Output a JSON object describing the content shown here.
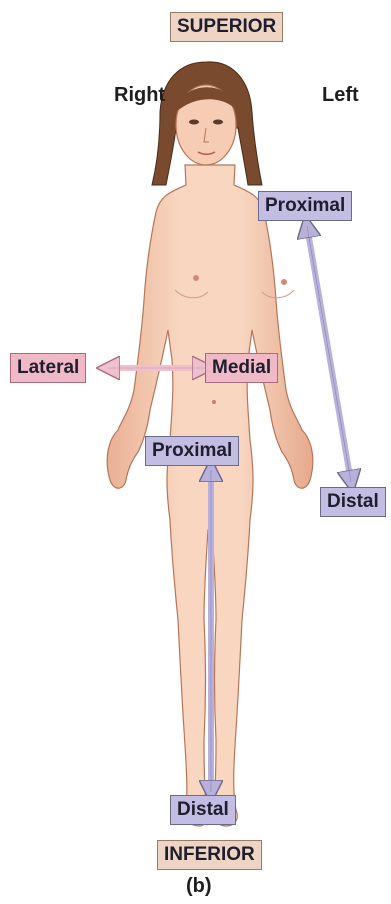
{
  "orientation": {
    "superior": "SUPERIOR",
    "inferior": "INFERIOR",
    "right": "Right",
    "left": "Left"
  },
  "arm_terms": {
    "proximal": "Proximal",
    "distal": "Distal"
  },
  "leg_terms": {
    "proximal": "Proximal",
    "distal": "Distal"
  },
  "midline_terms": {
    "lateral": "Lateral",
    "medial": "Medial"
  },
  "caption": "(b)",
  "colors": {
    "skin": "#f6cdb4",
    "skin_shadow": "#e9a98d",
    "hair": "#7a4a2e",
    "label_purple": "#c4bde3",
    "label_pink": "#f0b9c7",
    "label_tan": "#eed4c2",
    "arrow_purple": "#b9b0dc",
    "arrow_pink": "#efc1cf"
  }
}
